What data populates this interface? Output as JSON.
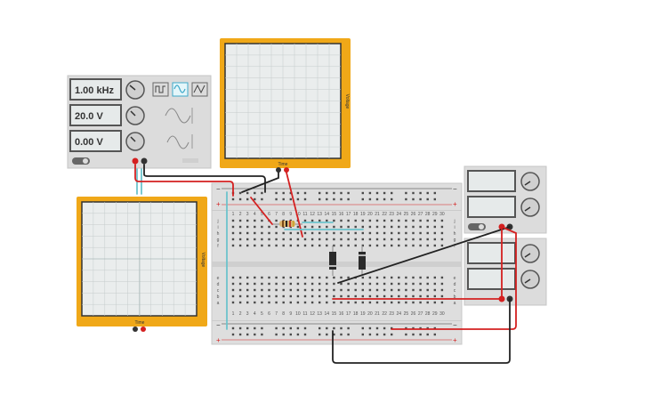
{
  "function_generator": {
    "frequency": "1.00 kHz",
    "amplitude": "20.0 V",
    "offset": "0.00 V",
    "waveforms": [
      "square",
      "sine",
      "triangle"
    ],
    "selected_waveform": "sine"
  },
  "oscilloscope_top": {
    "x_label": "Time",
    "y_label": "Voltage"
  },
  "oscilloscope_left": {
    "x_label": "Time",
    "y_label": "Voltage"
  },
  "breadboard": {
    "col_numbers": [
      "1",
      "2",
      "3",
      "4",
      "5",
      "6",
      "7",
      "8",
      "9",
      "10",
      "11",
      "12",
      "13",
      "14",
      "15",
      "16",
      "17",
      "18",
      "19",
      "20",
      "21",
      "22",
      "23",
      "24",
      "25",
      "26",
      "27",
      "28",
      "29",
      "30"
    ],
    "rows_top": [
      "j",
      "i",
      "h",
      "g",
      "f"
    ],
    "rows_bottom": [
      "e",
      "d",
      "c",
      "b",
      "a"
    ],
    "rail_plus": "+",
    "rail_minus": "−"
  },
  "colors": {
    "scope_frame": "#f0a818",
    "wire_red": "#d42020",
    "wire_black": "#222222",
    "wire_blue": "#6cc3cc"
  }
}
